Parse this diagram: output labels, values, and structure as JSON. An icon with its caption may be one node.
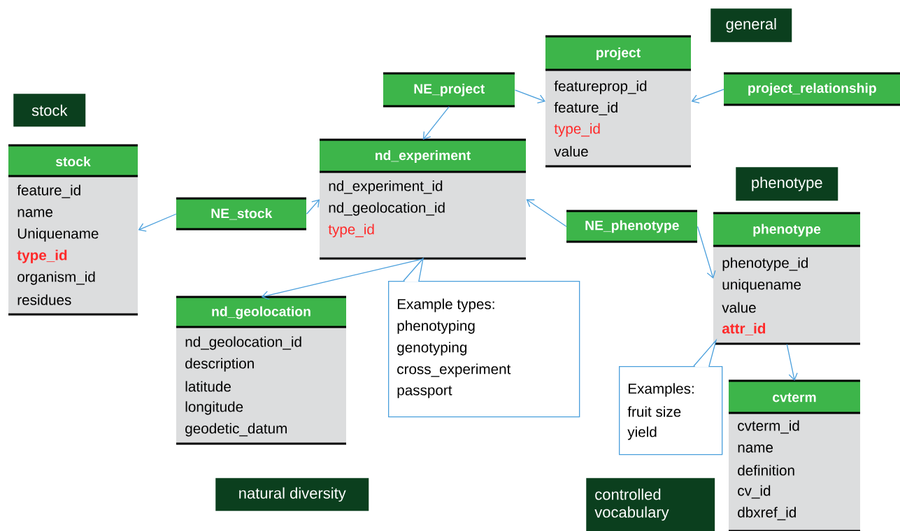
{
  "diagram": {
    "nodes": [
      {
        "text": [
          "general"
        ]
      },
      {
        "text": [
          "project",
          "featureprop_id",
          "feature_id",
          "type_id",
          "value"
        ]
      },
      {
        "text": [
          "NE_project"
        ]
      },
      {
        "text": [
          "project_relationship"
        ]
      },
      {
        "text": [
          "stock"
        ]
      },
      {
        "text": [
          "stock",
          "feature_id",
          "name",
          "Uniquename",
          "type_id",
          "organism_id",
          "residues"
        ]
      },
      {
        "text": [
          "nd_experiment",
          "nd_experiment_id",
          "nd_geolocation_id",
          "type_id"
        ]
      },
      {
        "text": [
          "NE_stock"
        ]
      },
      {
        "text": [
          "phenotype"
        ]
      },
      {
        "text": [
          "NE_phenotype"
        ]
      },
      {
        "text": [
          "phenotype",
          "phenotype_id",
          "uniquename",
          "value",
          "attr_id"
        ]
      },
      {
        "text": [
          "nd_geolocation",
          "nd_geolocation_id",
          "description",
          "latitude",
          "longitude",
          "geodetic_datum"
        ]
      },
      {
        "text": [
          "Example types:",
          "phenotyping",
          "genotyping",
          "cross_experiment",
          "passport"
        ]
      },
      {
        "text": [
          "Examples:",
          "fruit size",
          "yield"
        ]
      },
      {
        "text": [
          "cvterm",
          "cvterm_id",
          "name",
          "definition",
          "cv_id",
          "dbxref_id"
        ]
      },
      {
        "text": [
          "natural diversity"
        ]
      },
      {
        "text": [
          "controlled vocabulary"
        ]
      }
    ],
    "edges": [
      {
        "from": 2,
        "to": 1,
        "arrow": "to"
      },
      {
        "from": 2,
        "to": 6,
        "arrow": "to"
      },
      {
        "from": 3,
        "to": 1,
        "arrow": "to"
      },
      {
        "from": 7,
        "to": 5,
        "arrow": "to"
      },
      {
        "from": 7,
        "to": 6,
        "arrow": "to"
      },
      {
        "from": 9,
        "to": 6,
        "arrow": "to"
      },
      {
        "from": 9,
        "to": 10,
        "arrow": "to"
      },
      {
        "from": 10,
        "to": 14,
        "arrow": "to"
      },
      {
        "from": 6,
        "to": 11,
        "arrow": "to"
      }
    ]
  }
}
